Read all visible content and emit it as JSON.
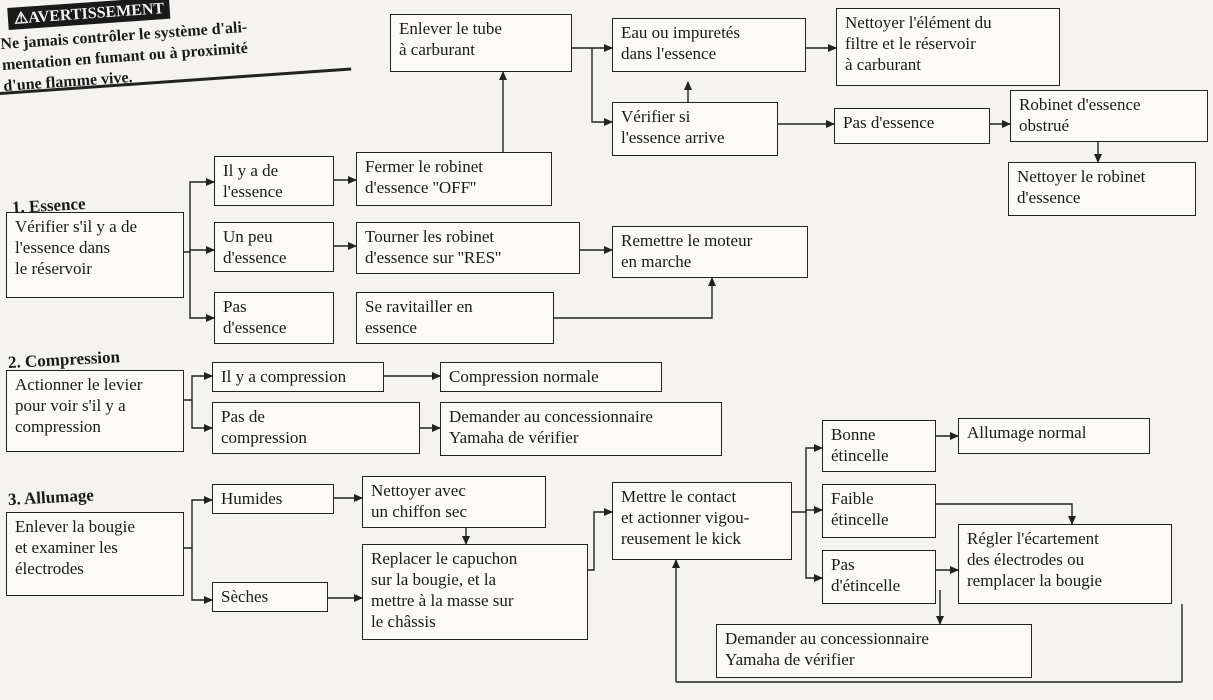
{
  "warning": {
    "title": "⚠AVERTISSEMENT",
    "text": "Ne jamais contrôler le système d'ali-\nmentation en fumant ou à proximité\nd'une flamme vive."
  },
  "sections": {
    "essence": "1. Essence",
    "compression": "2. Compression",
    "allumage": "3. Allumage"
  },
  "boxes": {
    "verifier_essence": "Vérifier s'il y a de\nl'essence dans\nle réservoir",
    "il_y_a_essence": "Il y a de\nl'essence",
    "un_peu_essence": "Un peu\nd'essence",
    "pas_essence_1": "Pas\nd'essence",
    "fermer_robinet": "Fermer le robinet\nd'essence ''OFF''",
    "tourner_robinet": "Tourner les robinet\nd'essence sur ''RES''",
    "se_ravitailler": "Se ravitailler en\nessence",
    "remettre_moteur": "Remettre le moteur\nen marche",
    "enlever_tube": "Enlever le tube\nà carburant",
    "eau_impuretes": "Eau ou impuretés\ndans l'essence",
    "nettoyer_filtre": "Nettoyer l'élément du\nfiltre et le réservoir\nà carburant",
    "verifier_arrive": "Vérifier si\nl'essence arrive",
    "pas_essence_2": "Pas d'essence",
    "robinet_obstrue": "Robinet d'essence\nobstrué",
    "nettoyer_robinet": "Nettoyer le robinet\nd'essence",
    "actionner_levier": "Actionner le levier\npour voir s'il y a\ncompression",
    "il_y_a_compression": "Il y a compression",
    "compression_normale": "Compression normale",
    "pas_compression": "Pas de\ncompression",
    "demander_1": "Demander au concessionnaire\nYamaha de vérifier",
    "enlever_bougie": "Enlever la bougie\net examiner les\nélectrodes",
    "humides": "Humides",
    "seches": "Sèches",
    "nettoyer_chiffon": "Nettoyer avec\nun chiffon sec",
    "replacer_capuchon": "Replacer le capuchon\nsur la bougie, et la\nmettre à la masse sur\nle châssis",
    "mettre_contact": "Mettre le contact\net actionner vigou-\nreusement le kick",
    "bonne_etincelle": "Bonne\nétincelle",
    "allumage_normal": "Allumage normal",
    "faible_etincelle": "Faible\nétincelle",
    "pas_etincelle": "Pas\nd'étincelle",
    "regler": "Régler l'écartement\ndes électrodes ou\nremplacer la bougie",
    "demander_2": "Demander au concessionnaire\nYamaha de vérifier"
  },
  "colors": {
    "ink": "#222222",
    "paper": "#f4f3ef"
  }
}
